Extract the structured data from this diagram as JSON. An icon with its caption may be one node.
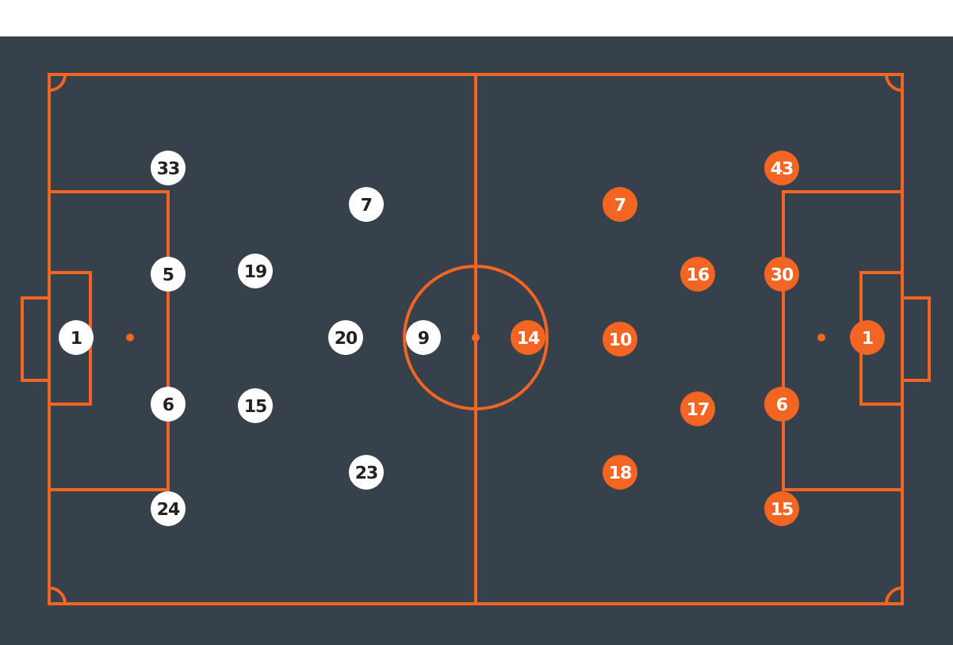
{
  "diagram": {
    "nodes": [
      {
        "text": [
          "1"
        ]
      },
      {
        "text": [
          "33"
        ]
      },
      {
        "text": [
          "5"
        ]
      },
      {
        "text": [
          "6"
        ]
      },
      {
        "text": [
          "24"
        ]
      },
      {
        "text": [
          "19"
        ]
      },
      {
        "text": [
          "15"
        ]
      },
      {
        "text": [
          "7"
        ]
      },
      {
        "text": [
          "20"
        ]
      },
      {
        "text": [
          "23"
        ]
      },
      {
        "text": [
          "9"
        ]
      },
      {
        "text": [
          "14"
        ]
      },
      {
        "text": [
          "7"
        ]
      },
      {
        "text": [
          "10"
        ]
      },
      {
        "text": [
          "18"
        ]
      },
      {
        "text": [
          "16"
        ]
      },
      {
        "text": [
          "17"
        ]
      },
      {
        "text": [
          "43"
        ]
      },
      {
        "text": [
          "30"
        ]
      },
      {
        "text": [
          "6"
        ]
      },
      {
        "text": [
          "15"
        ]
      },
      {
        "text": [
          "1"
        ]
      }
    ]
  }
}
